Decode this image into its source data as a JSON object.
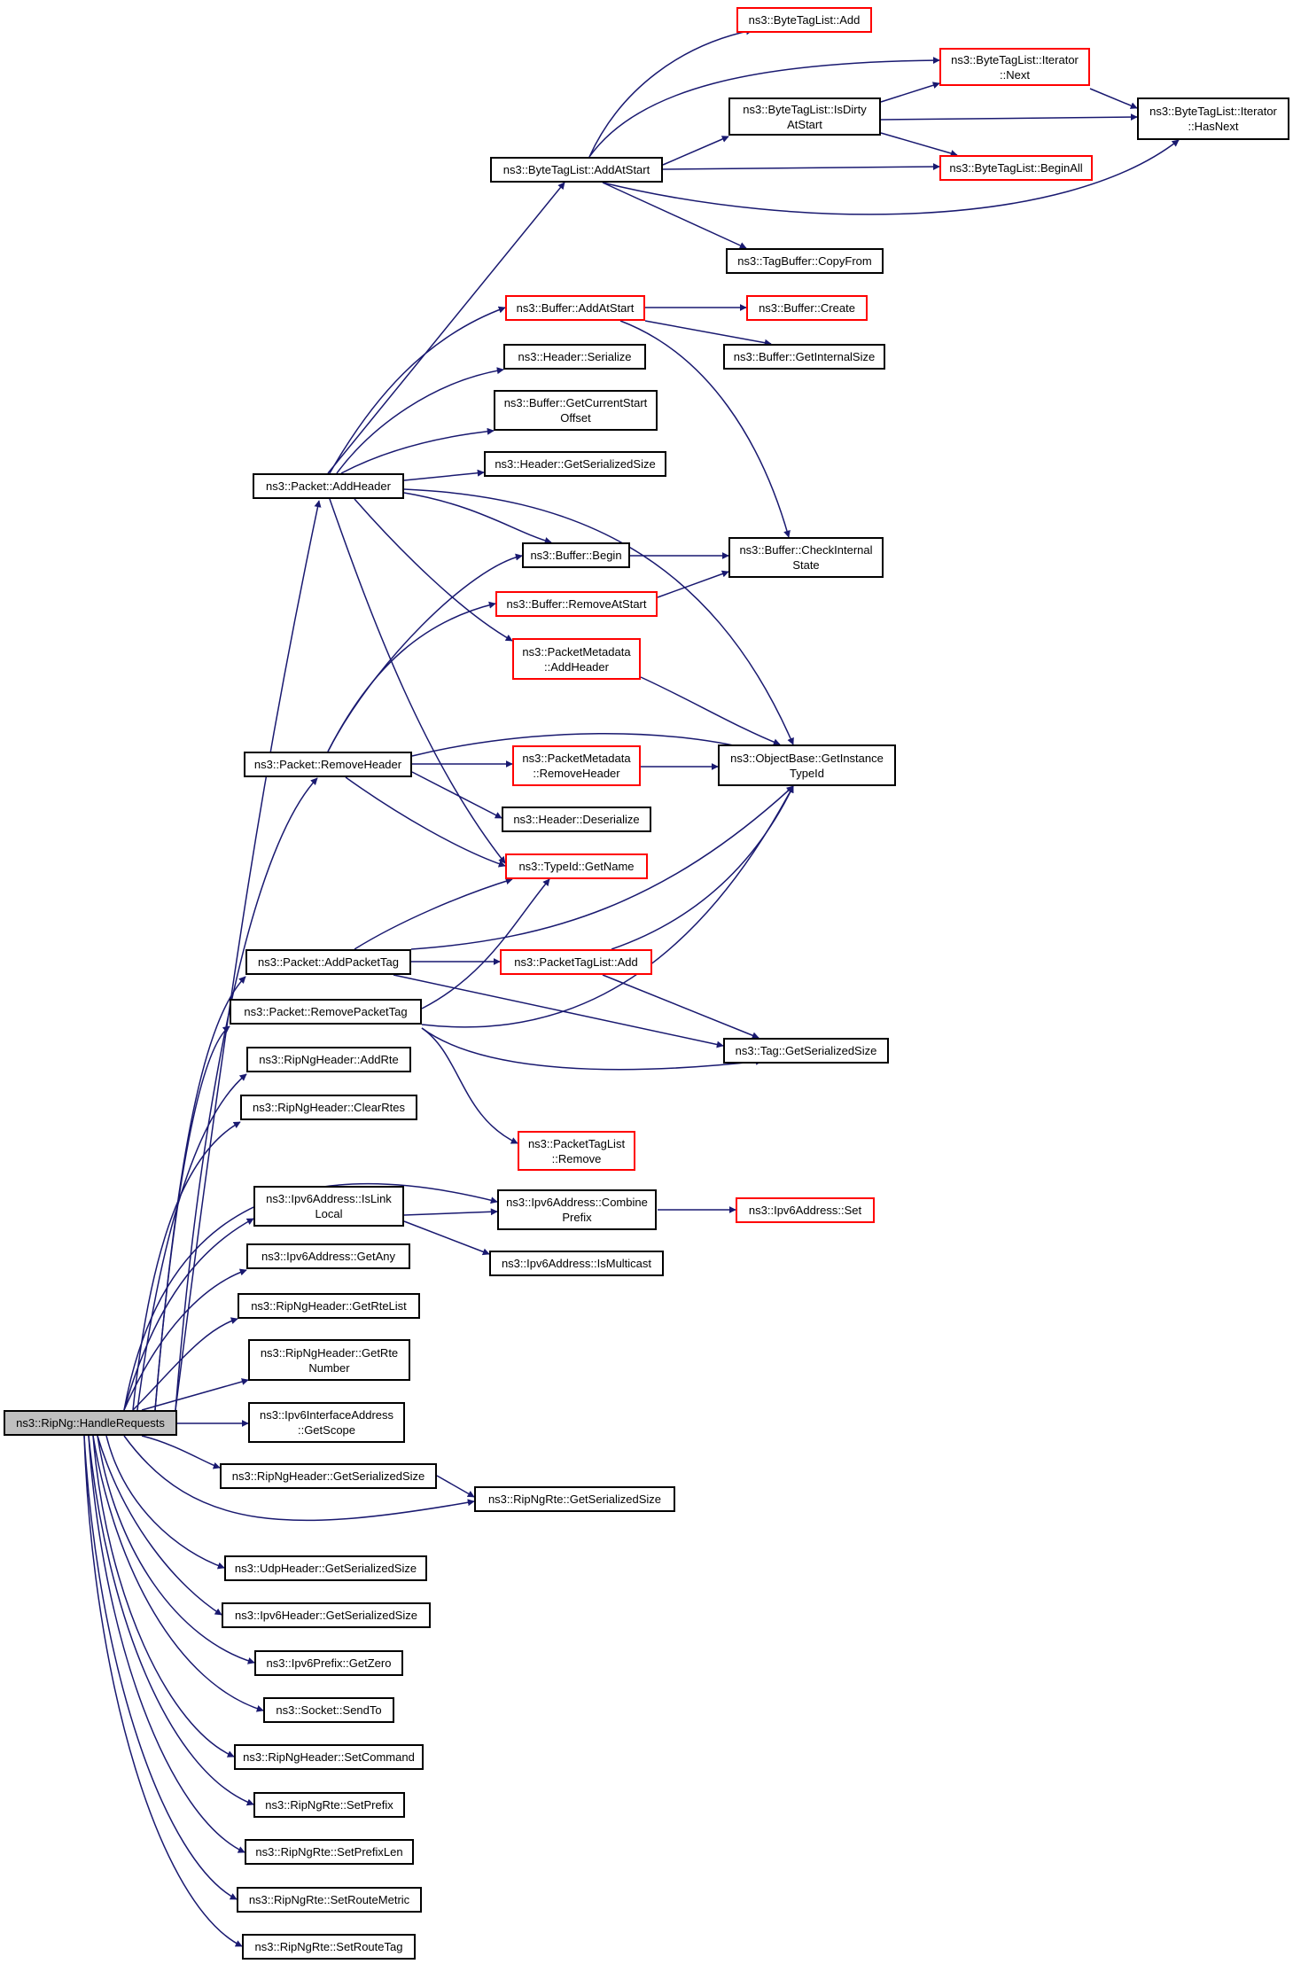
{
  "colors": {
    "edge": "#191970",
    "node_border": "#000000",
    "node_border_linked": "#ff0000",
    "root_fill": "#bfbfbf"
  },
  "nodes": {
    "n00": "ns3::ByteTagList::Add",
    "n01": "ns3::ByteTagList::Iterator\n::Next",
    "n02": "ns3::ByteTagList::IsDirty\nAtStart",
    "n03": "ns3::ByteTagList::Iterator\n::HasNext",
    "n04": "ns3::ByteTagList::AddAtStart",
    "n05": "ns3::ByteTagList::BeginAll",
    "n06": "ns3::TagBuffer::CopyFrom",
    "n07": "ns3::Buffer::AddAtStart",
    "n08": "ns3::Buffer::Create",
    "n09": "ns3::Header::Serialize",
    "n10": "ns3::Buffer::GetInternalSize",
    "n11": "ns3::Buffer::GetCurrentStart\nOffset",
    "n12": "ns3::Header::GetSerializedSize",
    "n13": "ns3::Packet::AddHeader",
    "n14": "ns3::Buffer::Begin",
    "n15": "ns3::Buffer::CheckInternal\nState",
    "n16": "ns3::Buffer::RemoveAtStart",
    "n17": "ns3::PacketMetadata\n::AddHeader",
    "n18": "ns3::Packet::RemoveHeader",
    "n19": "ns3::PacketMetadata\n::RemoveHeader",
    "n20": "ns3::ObjectBase::GetInstance\nTypeId",
    "n21": "ns3::Header::Deserialize",
    "n22": "ns3::TypeId::GetName",
    "n23": "ns3::Packet::AddPacketTag",
    "n24": "ns3::PacketTagList::Add",
    "n25": "ns3::Packet::RemovePacketTag",
    "n26": "ns3::Tag::GetSerializedSize",
    "n27": "ns3::RipNgHeader::AddRte",
    "n28": "ns3::RipNgHeader::ClearRtes",
    "n29": "ns3::PacketTagList\n::Remove",
    "n30": "ns3::Ipv6Address::IsLink\nLocal",
    "n31": "ns3::Ipv6Address::Combine\nPrefix",
    "n32": "ns3::Ipv6Address::Set",
    "n33": "ns3::Ipv6Address::IsMulticast",
    "n34": "ns3::Ipv6Address::GetAny",
    "n35": "ns3::RipNgHeader::GetRteList",
    "n36": "ns3::RipNgHeader::GetRte\nNumber",
    "n37": "ns3::RipNg::HandleRequests",
    "n38": "ns3::Ipv6InterfaceAddress\n::GetScope",
    "n39": "ns3::RipNgHeader::GetSerializedSize",
    "n40": "ns3::RipNgRte::GetSerializedSize",
    "n41": "ns3::UdpHeader::GetSerializedSize",
    "n42": "ns3::Ipv6Header::GetSerializedSize",
    "n43": "ns3::Ipv6Prefix::GetZero",
    "n44": "ns3::Socket::SendTo",
    "n45": "ns3::RipNgHeader::SetCommand",
    "n46": "ns3::RipNgRte::SetPrefix",
    "n47": "ns3::RipNgRte::SetPrefixLen",
    "n48": "ns3::RipNgRte::SetRouteMetric",
    "n49": "ns3::RipNgRte::SetRouteTag"
  }
}
